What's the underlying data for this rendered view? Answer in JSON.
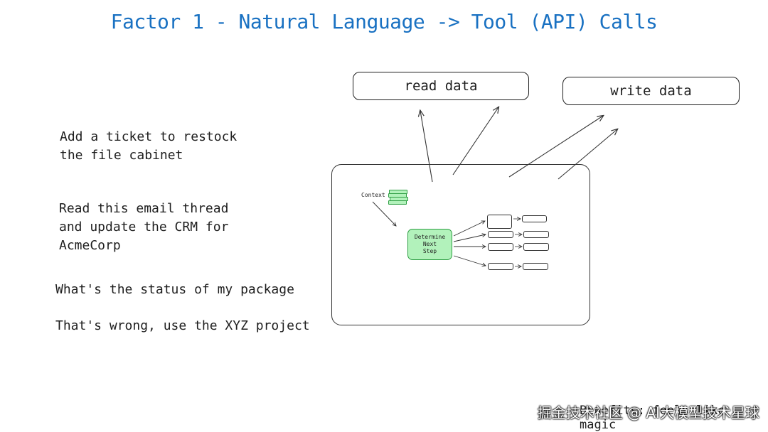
{
  "title": "Factor 1 - Natural Language -> Tool (API) Calls",
  "tools": {
    "read": "read data",
    "write": "write data"
  },
  "prompts": [
    "Add a ticket to restock\nthe file cabinet",
    "Read this email thread\nand update the CRM for\nAcmeCorp",
    "What's the status of my package",
    "That's wrong, use the XYZ project"
  ],
  "diagram": {
    "context_label": "Context",
    "step_label": "Determine\nNext\nStep"
  },
  "footer": "Benefits: feels like magic",
  "watermark": "掘金技术社区 @ AI大模型技术星球",
  "colors": {
    "title": "#1971c2",
    "green_fill": "#b2f2bb",
    "green_stroke": "#2f9e44"
  }
}
